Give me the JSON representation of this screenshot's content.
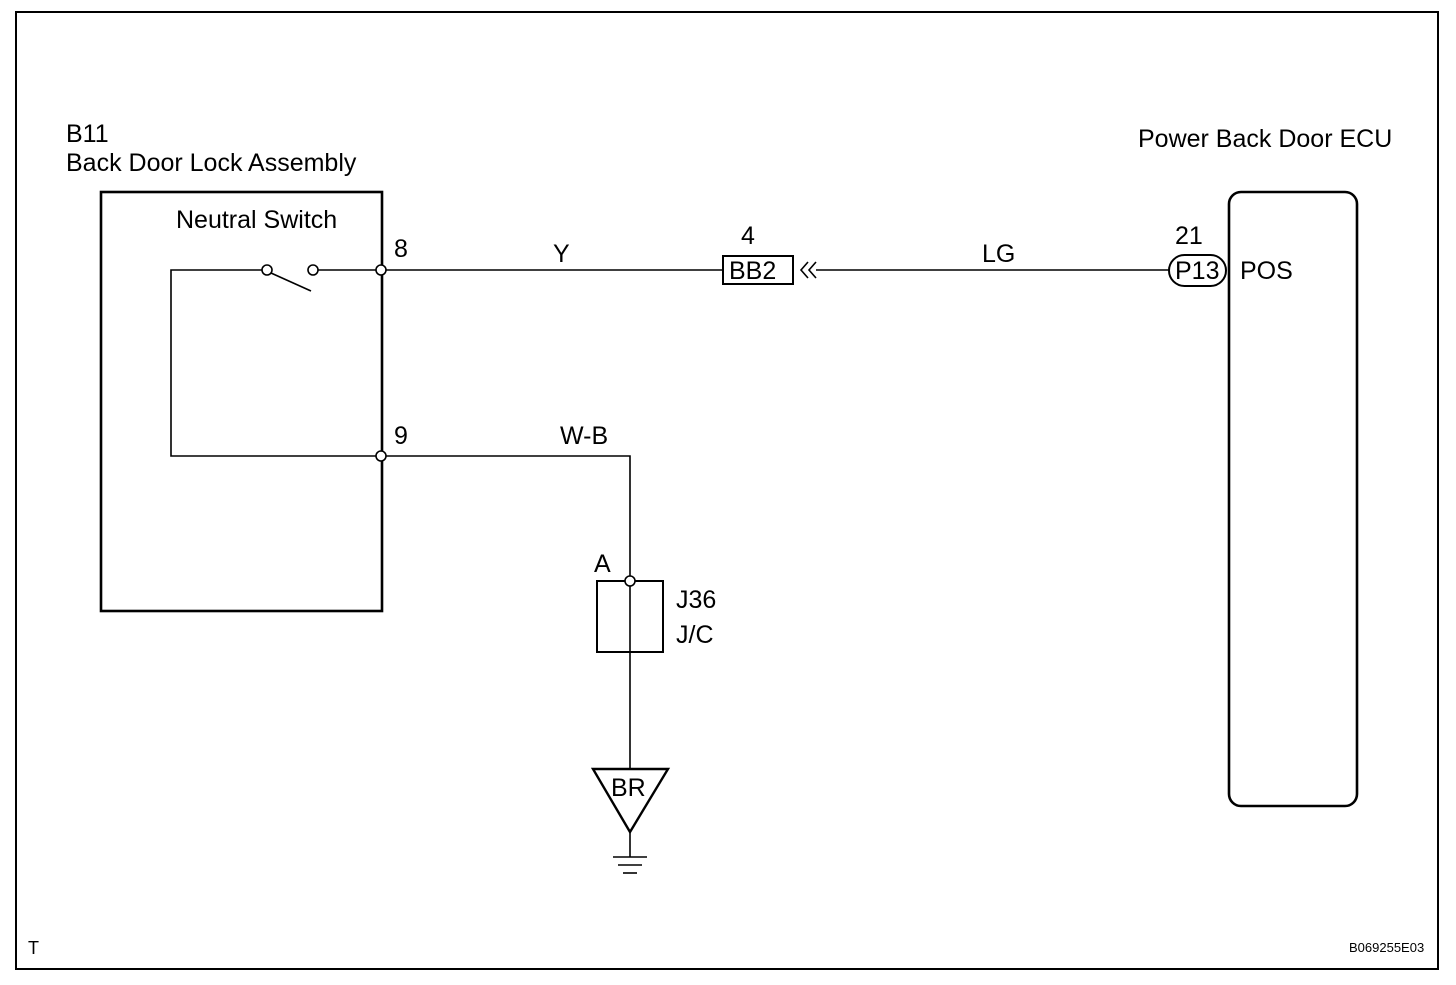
{
  "components": {
    "b11": {
      "code": "B11",
      "name": "Back Door Lock Assembly",
      "switch_label": "Neutral Switch",
      "pin_top": "8",
      "pin_bottom": "9"
    },
    "ecu": {
      "name": "Power Back Door ECU",
      "pin": "21",
      "connector": "P13",
      "terminal": "POS"
    },
    "connector_bb2": {
      "pin": "4",
      "label": "BB2"
    },
    "junction": {
      "point": "A",
      "code": "J36",
      "type": "J/C"
    },
    "ground": {
      "label": "BR"
    }
  },
  "wires": {
    "y": "Y",
    "lg": "LG",
    "wb": "W-B"
  },
  "footer": {
    "corner_mark": "T",
    "figure_code": "B069255E03"
  }
}
